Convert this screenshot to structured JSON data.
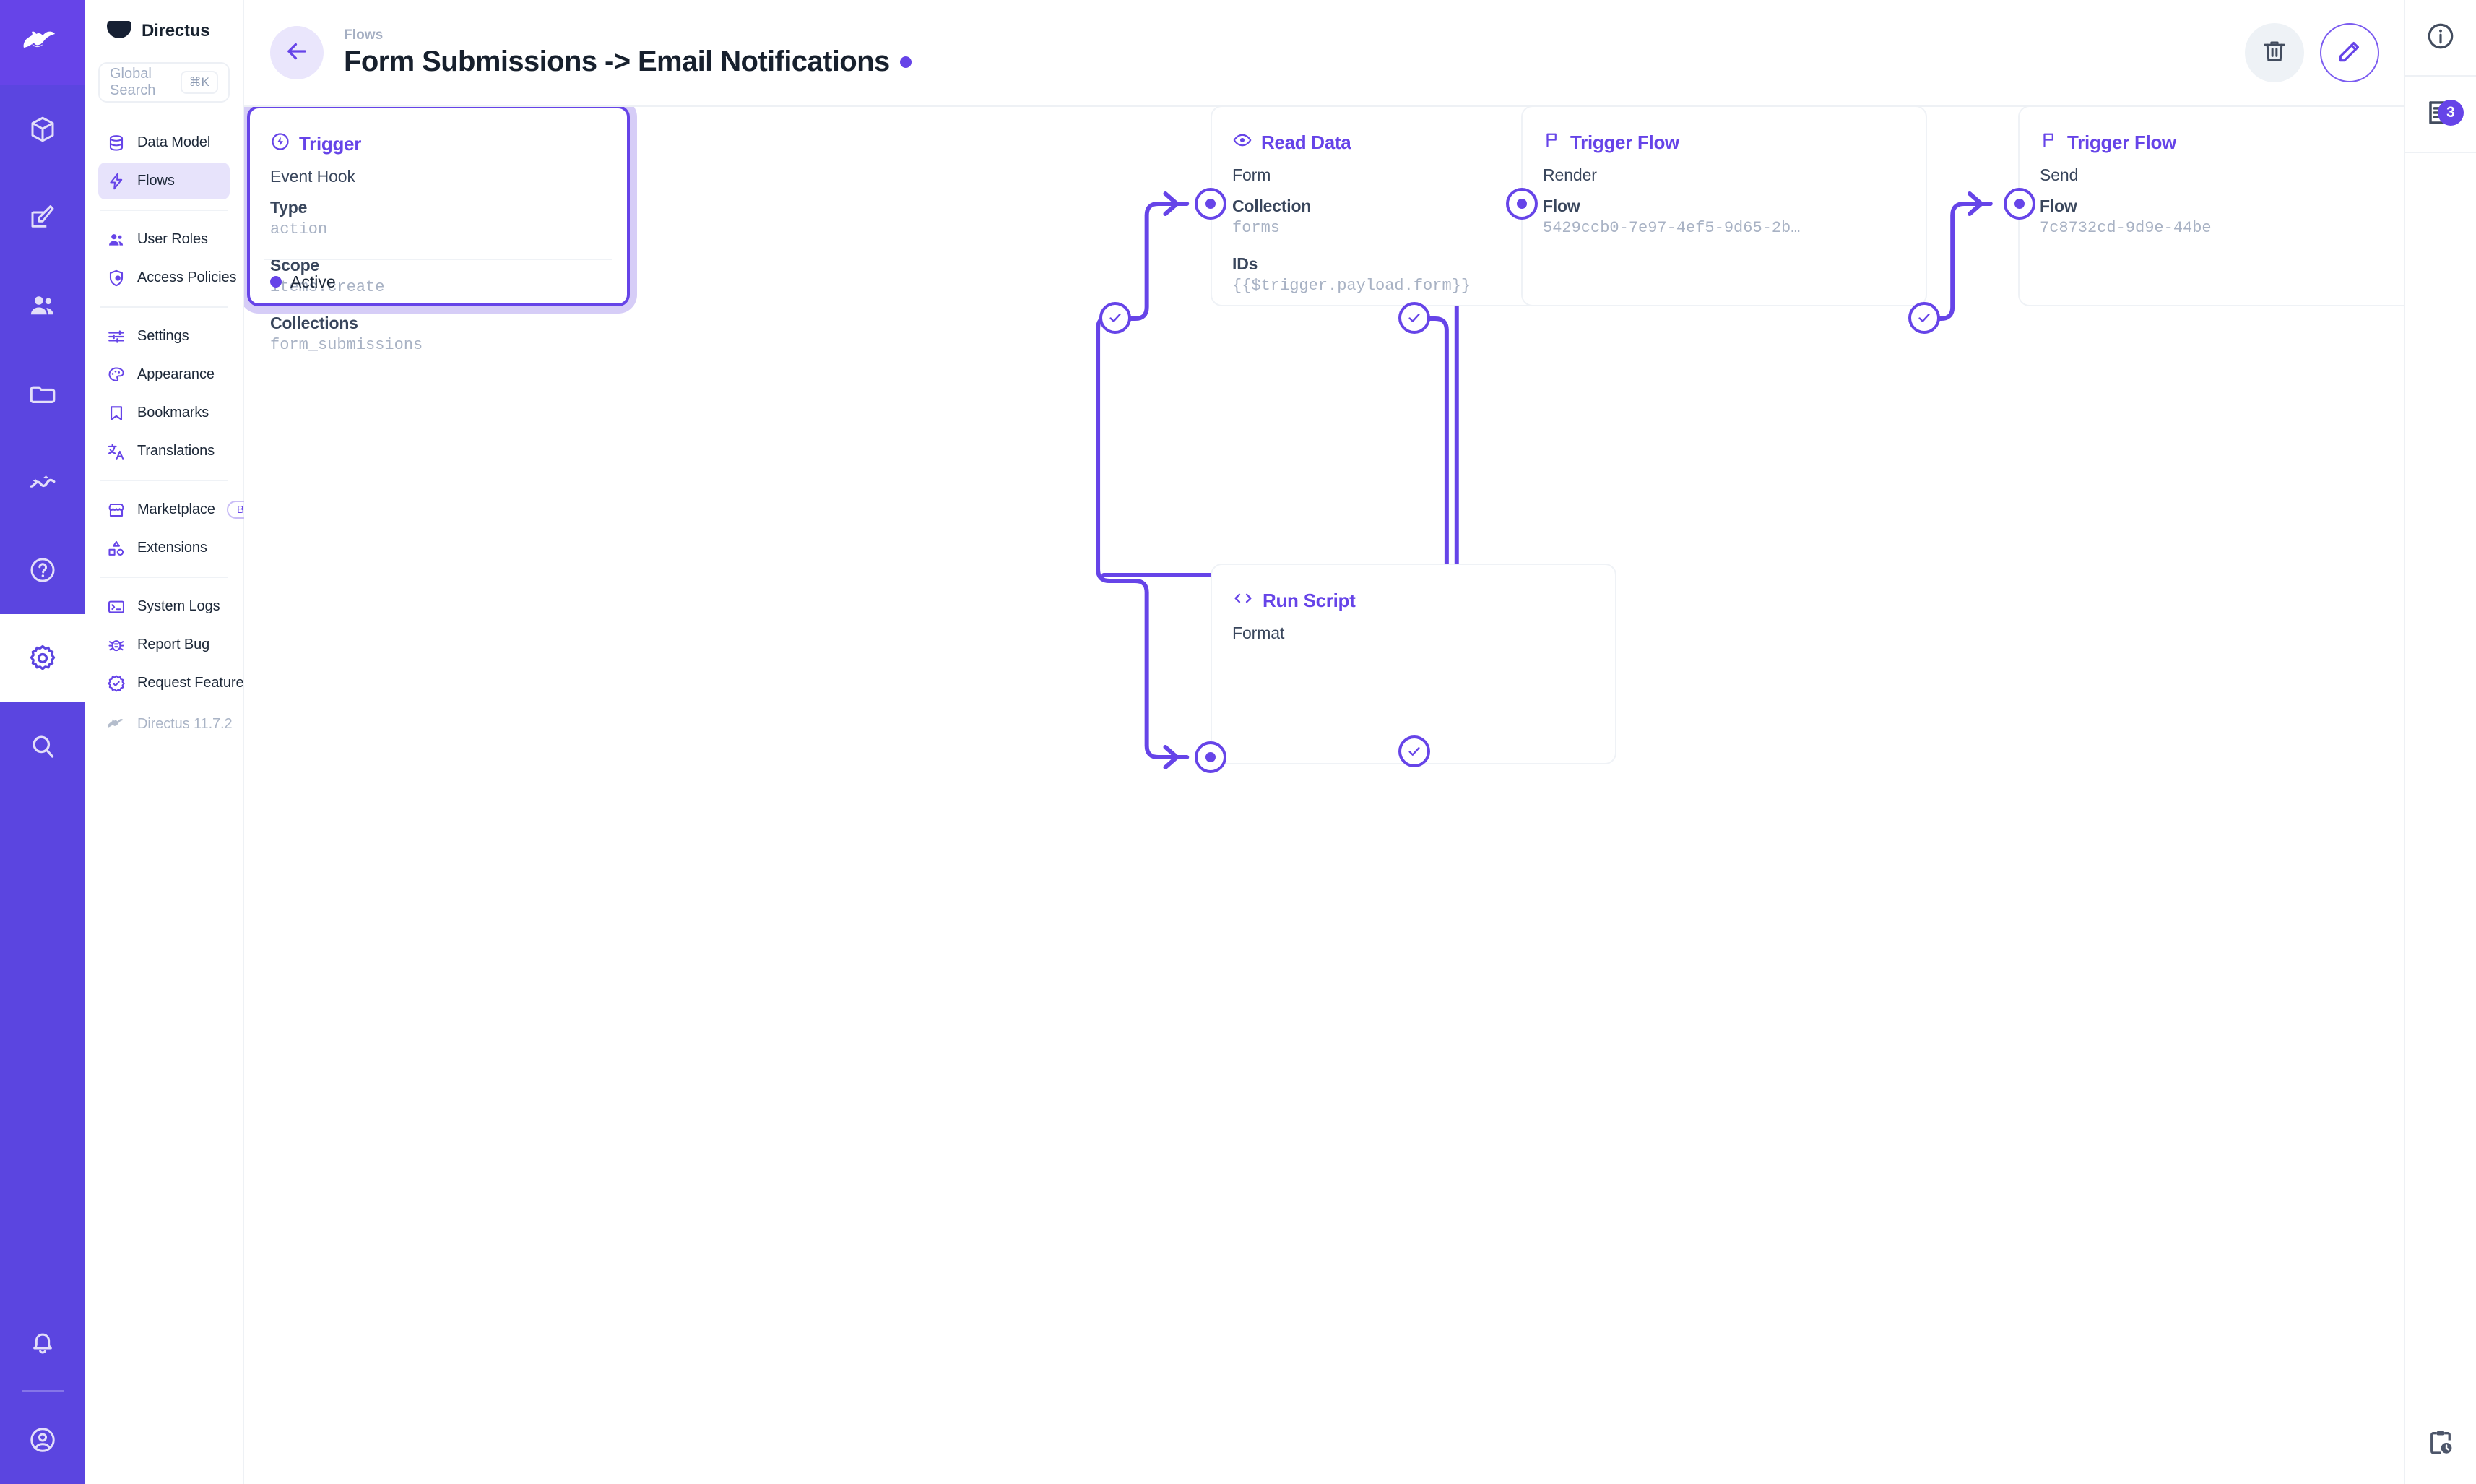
{
  "app": {
    "brand": "Directus",
    "version_label": "Directus 11.7.2"
  },
  "search": {
    "placeholder": "Global Search",
    "shortcut": "⌘K"
  },
  "sidebar": {
    "groups": [
      {
        "items": [
          {
            "label": "Data Model",
            "icon": "database-icon",
            "active": false
          },
          {
            "label": "Flows",
            "icon": "lightning-icon",
            "active": true
          }
        ]
      },
      {
        "items": [
          {
            "label": "User Roles",
            "icon": "users-icon",
            "active": false
          },
          {
            "label": "Access Policies",
            "icon": "shield-info-icon",
            "active": false
          }
        ]
      },
      {
        "items": [
          {
            "label": "Settings",
            "icon": "sliders-icon",
            "active": false
          },
          {
            "label": "Appearance",
            "icon": "palette-icon",
            "active": false
          },
          {
            "label": "Bookmarks",
            "icon": "bookmark-icon",
            "active": false
          },
          {
            "label": "Translations",
            "icon": "translate-icon",
            "active": false
          }
        ]
      },
      {
        "items": [
          {
            "label": "Marketplace",
            "icon": "store-icon",
            "badge": "Beta",
            "active": false
          },
          {
            "label": "Extensions",
            "icon": "shapes-icon",
            "active": false
          }
        ]
      },
      {
        "items": [
          {
            "label": "System Logs",
            "icon": "terminal-icon",
            "active": false
          },
          {
            "label": "Report Bug",
            "icon": "bug-icon",
            "active": false
          },
          {
            "label": "Request Feature",
            "icon": "badge-check-icon",
            "active": false
          }
        ]
      }
    ]
  },
  "rail": {
    "logo": "directus-rabbit-logo",
    "items": [
      {
        "icon": "box-icon",
        "active": false
      },
      {
        "icon": "edit-square-icon",
        "active": false
      },
      {
        "icon": "users-icon",
        "active": false
      },
      {
        "icon": "folder-icon",
        "active": false
      },
      {
        "icon": "insights-icon",
        "active": false
      },
      {
        "icon": "help-circle-icon",
        "active": false
      },
      {
        "icon": "gear-icon",
        "active": true
      },
      {
        "icon": "search-icon",
        "active": false
      }
    ],
    "bottom": [
      {
        "icon": "bell-icon"
      },
      {
        "icon": "account-circle-icon"
      }
    ]
  },
  "header": {
    "breadcrumb": "Flows",
    "title": "Form Submissions -> Email Notifications",
    "status_dot_color": "#6644e8",
    "back_icon": "arrow-left-icon",
    "actions": [
      {
        "name": "delete",
        "icon": "trash-icon"
      },
      {
        "name": "edit",
        "icon": "pencil-icon"
      }
    ]
  },
  "rightbar": {
    "items": [
      {
        "icon": "info-circle-icon",
        "count": null
      },
      {
        "icon": "revisions-icon",
        "count": "3"
      }
    ],
    "bottom_icon": "clipboard-clock-icon"
  },
  "flow": {
    "nodes": [
      {
        "id": "trigger",
        "type": "Trigger",
        "icon": "trigger-icon",
        "selected": true,
        "subtitle": "Event Hook",
        "fields": [
          {
            "label": "Type",
            "value": "action"
          },
          {
            "label": "Scope",
            "value": "items.create"
          },
          {
            "label": "Collections",
            "value": "form_submissions"
          }
        ],
        "status": "Active"
      },
      {
        "id": "read-data",
        "type": "Read Data",
        "icon": "eye-icon",
        "selected": false,
        "subtitle": "Form",
        "fields": [
          {
            "label": "Collection",
            "value": "forms"
          },
          {
            "label": "IDs",
            "value": "{{$trigger.payload.form}}"
          }
        ]
      },
      {
        "id": "run-script",
        "type": "Run Script",
        "icon": "code-icon",
        "selected": false,
        "subtitle": "Format",
        "fields": []
      },
      {
        "id": "trigger-flow-render",
        "type": "Trigger Flow",
        "icon": "flag-icon",
        "selected": false,
        "subtitle": "Render",
        "fields": [
          {
            "label": "Flow",
            "value": "5429ccb0-7e97-4ef5-9d65-2b…"
          }
        ]
      },
      {
        "id": "trigger-flow-send",
        "type": "Trigger Flow",
        "icon": "flag-icon",
        "selected": false,
        "subtitle": "Send",
        "fields": [
          {
            "label": "Flow",
            "value": "7c8732cd-9d9e-44be"
          }
        ]
      }
    ]
  },
  "colors": {
    "accent": "#6644e8",
    "rail": "#5b45e0",
    "active_nav_bg": "#e7e3fb",
    "muted_text": "#a8b2c4",
    "border": "#eff2f6"
  }
}
